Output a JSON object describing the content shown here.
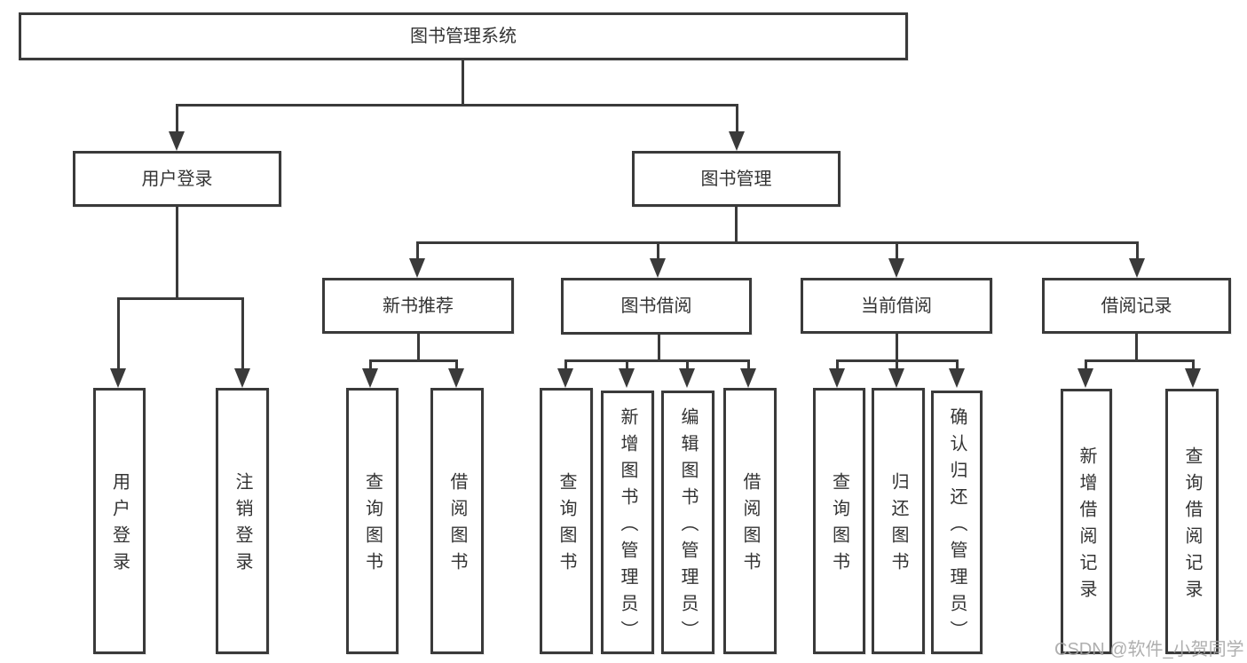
{
  "diagram": {
    "type": "tree",
    "title": "图书管理系统",
    "line_color": "#3a3a3a",
    "text_color": "#333333",
    "box_background": "#ffffff",
    "nodes": {
      "root": {
        "label": "图书管理系统"
      },
      "user_login": {
        "label": "用户登录"
      },
      "book_mgmt": {
        "label": "图书管理"
      },
      "ul_login": {
        "label": "用户登录"
      },
      "ul_logout": {
        "label": "注销登录"
      },
      "new_book": {
        "label": "新书推荐"
      },
      "book_borrow": {
        "label": "图书借阅"
      },
      "current_borrow": {
        "label": "当前借阅"
      },
      "borrow_record": {
        "label": "借阅记录"
      },
      "nb_query": {
        "label": "查询图书"
      },
      "nb_borrow": {
        "label": "借阅图书"
      },
      "bb_query": {
        "label": "查询图书"
      },
      "bb_add": {
        "label": "新增图书（管理员）"
      },
      "bb_edit": {
        "label": "编辑图书（管理员）"
      },
      "bb_borrow": {
        "label": "借阅图书"
      },
      "cb_query": {
        "label": "查询图书"
      },
      "cb_return": {
        "label": "归还图书"
      },
      "cb_confirm": {
        "label": "确认归还（管理员）"
      },
      "br_add": {
        "label": "新增借阅记录"
      },
      "br_query": {
        "label": "查询借阅记录"
      }
    },
    "hierarchy": {
      "图书管理系统": {
        "用户登录": [
          "用户登录",
          "注销登录"
        ],
        "图书管理": {
          "新书推荐": [
            "查询图书",
            "借阅图书"
          ],
          "图书借阅": [
            "查询图书",
            "新增图书（管理员）",
            "编辑图书（管理员）",
            "借阅图书"
          ],
          "当前借阅": [
            "查询图书",
            "归还图书",
            "确认归还（管理员）"
          ],
          "借阅记录": [
            "新增借阅记录",
            "查询借阅记录"
          ]
        }
      }
    }
  },
  "watermark": {
    "text": "CSDN @软件_小贺同学",
    "color": "#a4a4a4"
  }
}
